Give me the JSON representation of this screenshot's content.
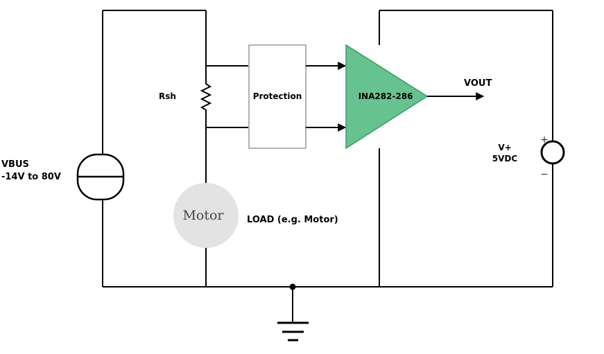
{
  "labels": {
    "vbus": "VBUS",
    "vbus_range": "-14V to 80V",
    "rsh": "Rsh",
    "protection": "Protection",
    "amplifier": "INA282-286",
    "vout": "VOUT",
    "vplus": "V+",
    "vplus_value": "5VDC",
    "motor": "Motor",
    "load": "LOAD (e.g. Motor)",
    "plus": "+",
    "minus": "−"
  },
  "colors": {
    "amplifier_fill": "#66c28f",
    "amplifier_stroke": "#3b9a66",
    "motor_fill": "#e3e3e3"
  }
}
